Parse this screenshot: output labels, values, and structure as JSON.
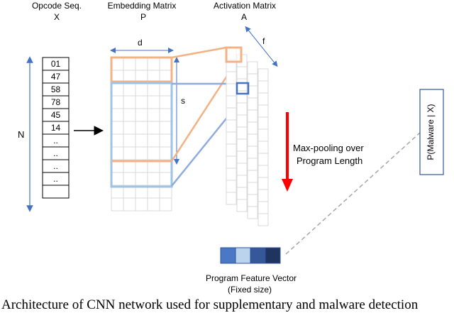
{
  "headers": {
    "opcode_seq": "Opcode Seq.",
    "opcode_var": "X",
    "embedding": "Embedding Matrix",
    "embedding_var": "P",
    "activation": "Activation Matrix",
    "activation_var": "A"
  },
  "opcodes": [
    "01",
    "47",
    "58",
    "78",
    "45",
    "14",
    "..",
    "..",
    "..",
    ".."
  ],
  "dims": {
    "n": "N",
    "d": "d",
    "s": "s",
    "f": "f"
  },
  "maxpool_label": [
    "Max-pooling over",
    "Program Length"
  ],
  "feature_vector": {
    "label": "Program Feature Vector",
    "sublabel": "(Fixed size)",
    "cell_colors": [
      "#4a78c4",
      "#bcd3ee",
      "#34589a",
      "#1f3560"
    ]
  },
  "output_label": "P(Malware | X)",
  "caption": "Architecture of CNN network used for supplementary and malware detection",
  "colors": {
    "orange": "#f4b183",
    "light_blue": "#9dc3e6",
    "mid_blue": "#4472c4",
    "red": "#ff0000",
    "grid": "#d9d9d9",
    "dashed": "#a6a6a6"
  }
}
